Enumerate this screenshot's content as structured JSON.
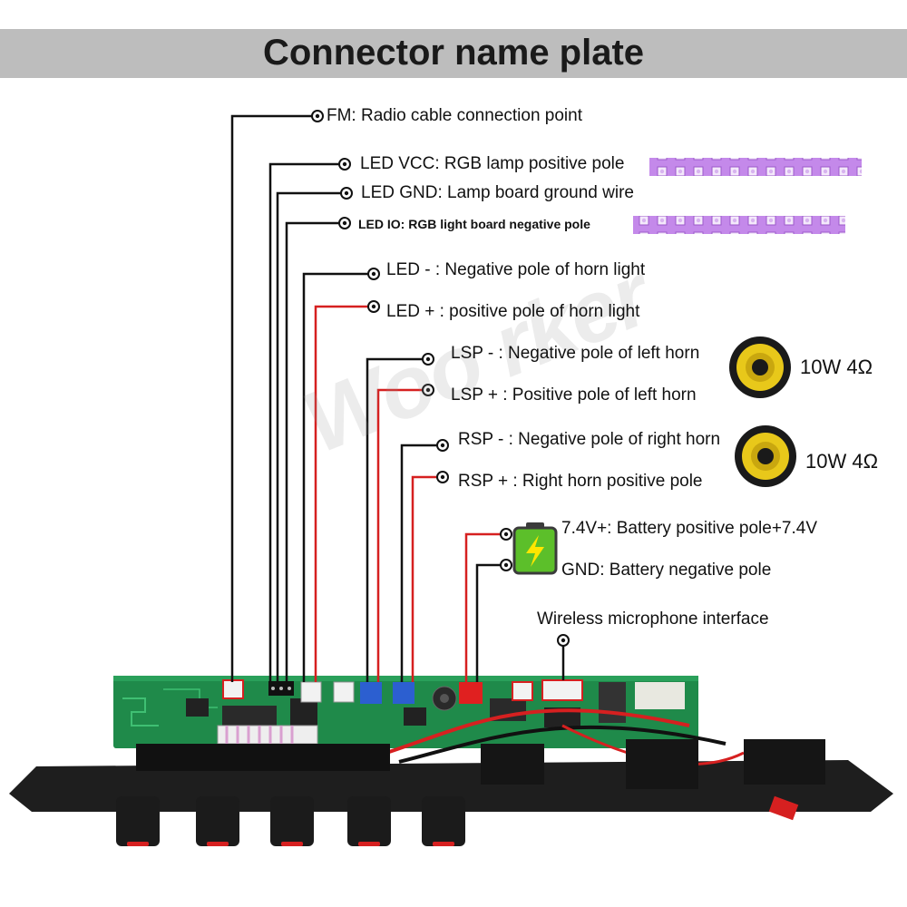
{
  "title": "Connector name plate",
  "watermark": "Woo rker",
  "labels": {
    "fm": "FM: Radio cable connection point",
    "led_vcc": "LED VCC: RGB lamp positive pole",
    "led_gnd": "LED GND: Lamp board ground wire",
    "led_io": "LED IO: RGB light board negative pole",
    "led_minus": "LED - : Negative pole of horn light",
    "led_plus": "LED + : positive pole of horn light",
    "lsp_minus": "LSP - : Negative pole of left horn",
    "lsp_plus": "LSP + : Positive pole of left horn",
    "rsp_minus": "RSP - : Negative pole of right horn",
    "rsp_plus": "RSP + : Right horn positive pole",
    "bat_plus": "7.4V+: Battery positive pole+7.4V",
    "bat_gnd": "GND: Battery negative pole",
    "mic": "Wireless microphone interface"
  },
  "speaker_specs": {
    "left": "10W 4Ω",
    "right": "10W 4Ω"
  },
  "colors": {
    "title_bar": "#bdbdbd",
    "wire_black": "#111111",
    "wire_red": "#d62020",
    "pcb_green": "#1f8a4a",
    "connector_blue": "#2c5fd0",
    "connector_red": "#e02020",
    "led_strip": "#c084e8",
    "speaker_yellow": "#e8c81a",
    "battery_green": "#5cbf2a"
  },
  "icons": [
    "led-strip-icon",
    "speaker-icon",
    "battery-icon"
  ]
}
